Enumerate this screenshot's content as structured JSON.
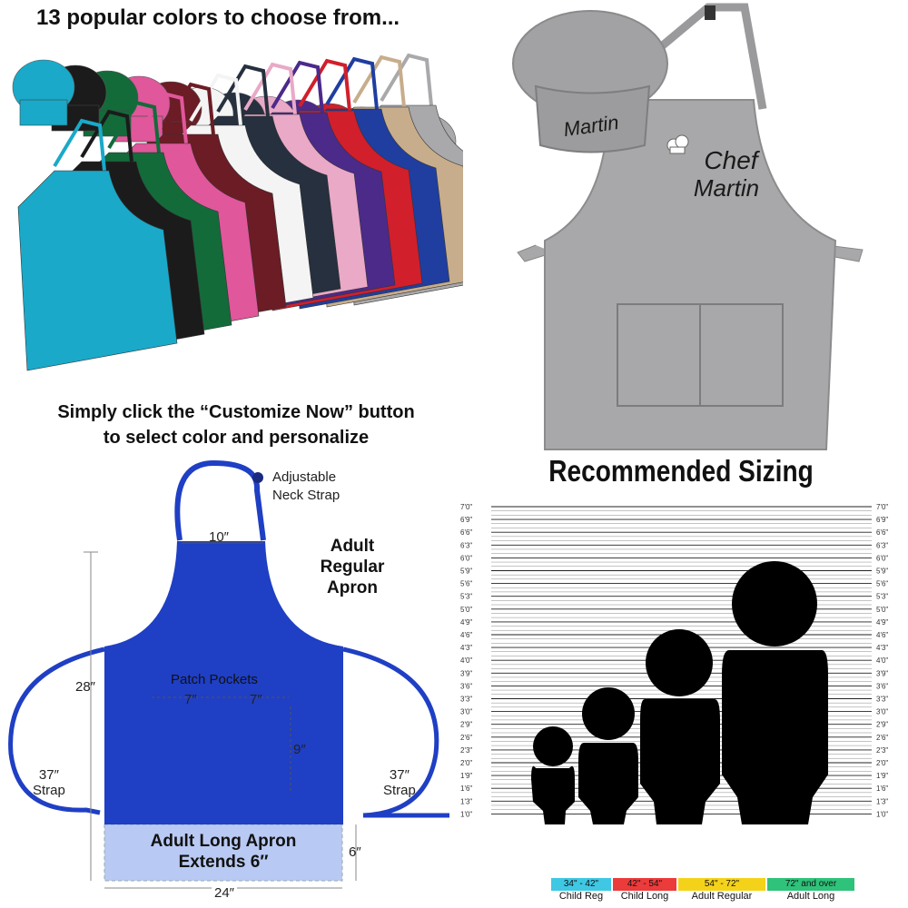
{
  "colors_panel": {
    "heading": "13 popular colors to choose from...",
    "note_line1": "Simply click the “Customize Now” button",
    "note_line2": "to select color and personalize",
    "swatches": [
      "#1aa9c9",
      "#1b1b1b",
      "#136b3a",
      "#e0579b",
      "#6b1c25",
      "#f4f4f4",
      "#26303e",
      "#e9a9c7",
      "#4b2a8a",
      "#d11f2b",
      "#1f3ea0",
      "#c7ad8c",
      "#a9a9ab"
    ]
  },
  "personalized_panel": {
    "hat_text": "Martin",
    "apron_line1": "Chef",
    "apron_line2": "Martin",
    "apron_color": "#a8a8aa"
  },
  "dimensions_panel": {
    "neck_strap_label_1": "Adjustable",
    "neck_strap_label_2": "Neck Strap",
    "title_1": "Adult",
    "title_2": "Regular",
    "title_3": "Apron",
    "top_width": "10″",
    "height": "28″",
    "pockets_label": "Patch Pockets",
    "pocket_left_width": "7″",
    "pocket_right_width": "7″",
    "pocket_height": "9″",
    "left_strap_length": "37″",
    "left_strap_word": "Strap",
    "right_strap_length": "37″",
    "right_strap_word": "Strap",
    "long_line1": "Adult Long Apron",
    "long_line2": "Extends 6″",
    "extension": "6″",
    "bottom_width": "24″",
    "apron_color": "#1f3fc4"
  },
  "sizing_panel": {
    "title": "Recommended Sizing",
    "height_ticks": [
      "7'0\"",
      "6'9\"",
      "6'6\"",
      "6'3\"",
      "6'0\"",
      "5'9\"",
      "5'6\"",
      "5'3\"",
      "5'0\"",
      "4'9\"",
      "4'6\"",
      "4'3\"",
      "4'0\"",
      "3'9\"",
      "3'6\"",
      "3'3\"",
      "3'0\"",
      "2'9\"",
      "2'6\"",
      "2'3\"",
      "2'0\"",
      "1'9\"",
      "1'6\"",
      "1'3\"",
      "1'0\""
    ],
    "legend": [
      {
        "range": "34\" - 42\"",
        "label": "Child Reg",
        "color": "#3ec8e4"
      },
      {
        "range": "42\" - 54\"",
        "label": "Child Long",
        "color": "#ec3b3b"
      },
      {
        "range": "54\" - 72\"",
        "label": "Adult Regular",
        "color": "#f5d21a"
      },
      {
        "range": "72\" and over",
        "label": "Adult Long",
        "color": "#2fc27a"
      }
    ]
  }
}
